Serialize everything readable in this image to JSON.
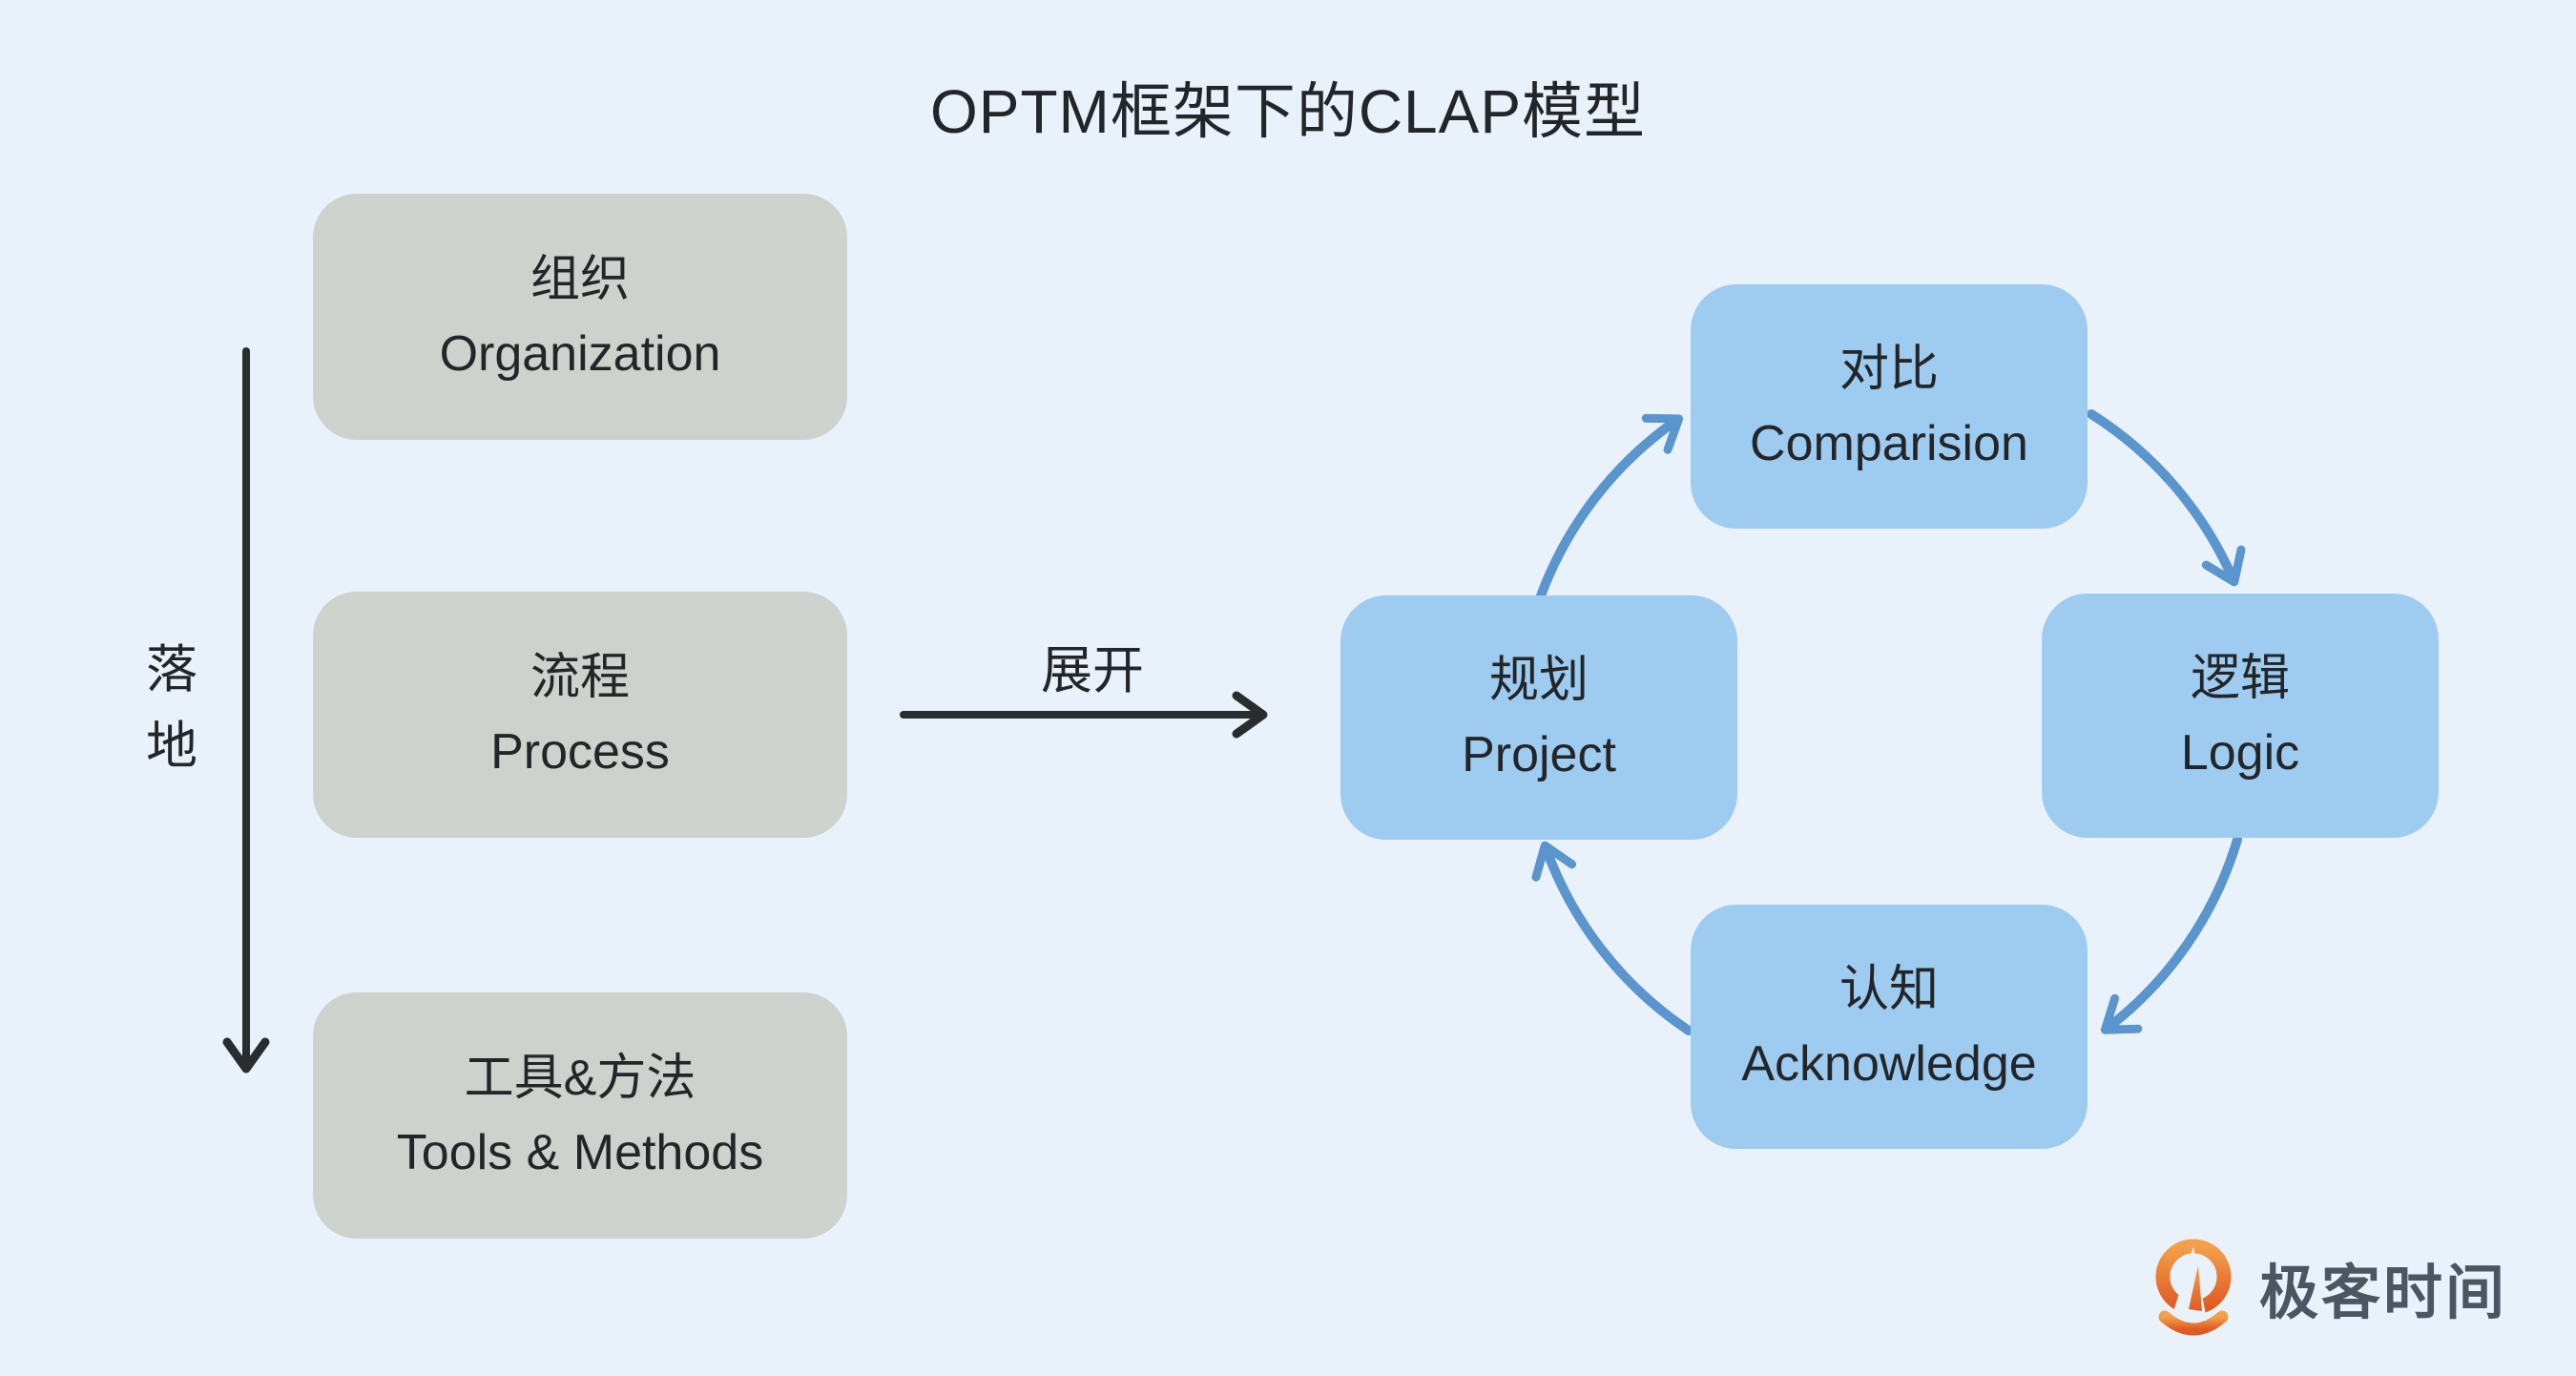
{
  "title": "OPTM框架下的CLAP模型",
  "left_column": {
    "arrow_label": "落地",
    "boxes": [
      {
        "zh": "组织",
        "en": "Organization"
      },
      {
        "zh": "流程",
        "en": "Process"
      },
      {
        "zh": "工具&方法",
        "en": "Tools & Methods"
      }
    ]
  },
  "expand_arrow": {
    "label": "展开"
  },
  "cycle": {
    "boxes": [
      {
        "id": "comparison",
        "zh": "对比",
        "en": "Comparision"
      },
      {
        "id": "logic",
        "zh": "逻辑",
        "en": "Logic"
      },
      {
        "id": "acknowledge",
        "zh": "认知",
        "en": "Acknowledge"
      },
      {
        "id": "project",
        "zh": "规划",
        "en": "Project"
      }
    ],
    "direction": "clockwise"
  },
  "logo": {
    "text": "极客时间",
    "icon": "geektime-pin-icon"
  },
  "colors": {
    "background": "#e9f2fb",
    "gray-box": "#cdd2cc",
    "blue-box": "#9ecbf0",
    "arrow-blue": "#5b95ce",
    "arrow-dark": "#2a2d30",
    "text-dark": "#232629",
    "logo-text": "#4b5662",
    "logo-orange": "#ec6f2d"
  }
}
